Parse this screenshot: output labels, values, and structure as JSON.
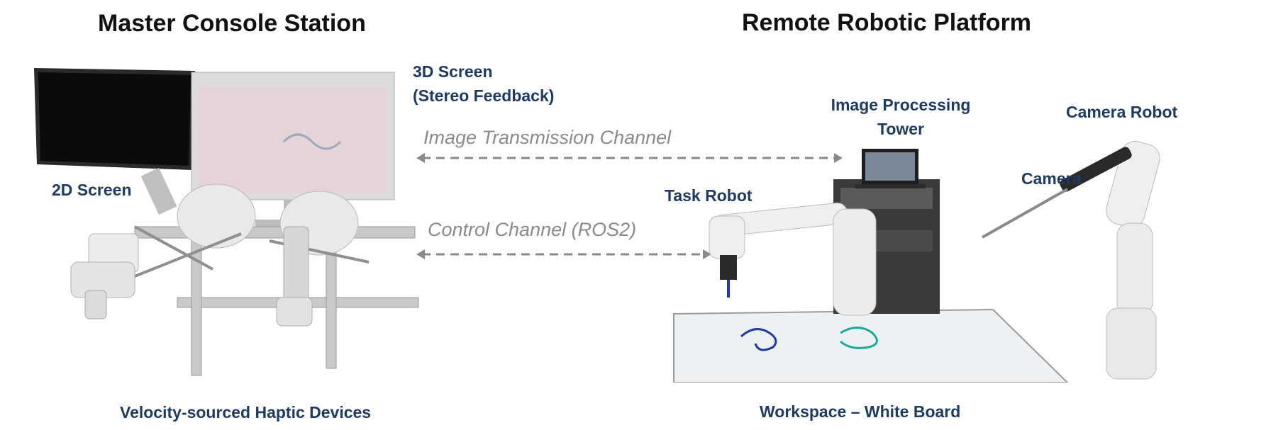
{
  "titles": {
    "master": "Master Console Station",
    "remote": "Remote Robotic Platform"
  },
  "labels": {
    "screen_3d_line1": "3D Screen",
    "screen_3d_line2": "(Stereo Feedback)",
    "screen_2d": "2D Screen",
    "haptic": "Velocity-sourced Haptic Devices",
    "image_tower_line1": "Image Processing",
    "image_tower_line2": "Tower",
    "task_robot": "Task Robot",
    "camera_robot": "Camera Robot",
    "camera": "Camera",
    "workspace": "Workspace – White Board"
  },
  "channels": {
    "image": "Image Transmission Channel",
    "control": "Control Channel (ROS2)"
  },
  "colors": {
    "label_blue": "#1f3b63",
    "channel_gray": "#8a8a8a",
    "title_black": "#111111"
  }
}
